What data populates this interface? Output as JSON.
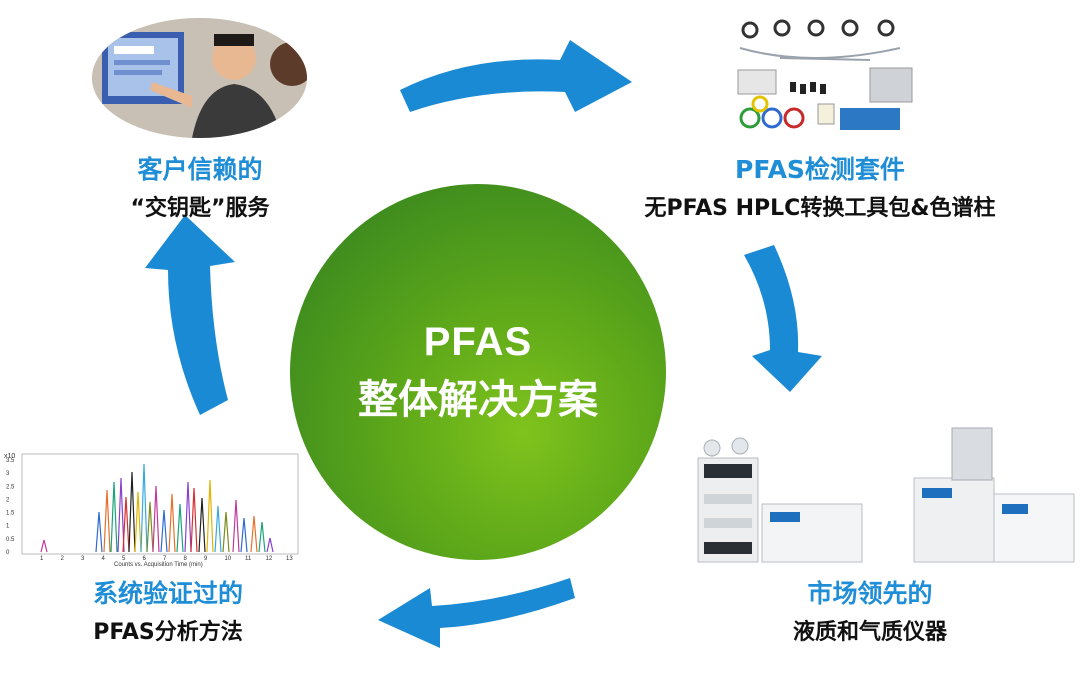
{
  "center": {
    "line1": "PFAS",
    "line2": "整体解决方案"
  },
  "nodes": {
    "top_left": {
      "title": "客户信赖的",
      "subtitle": "“交钥匙”服务"
    },
    "top_right": {
      "title": "PFAS检测套件",
      "subtitle": "无PFAS HPLC转换工具包&色谱柱"
    },
    "bottom_right": {
      "title": "市场领先的",
      "subtitle": "液质和气质仪器"
    },
    "bottom_left": {
      "title": "系统验证过的",
      "subtitle": "PFAS分析方法"
    }
  },
  "chromatogram": {
    "y_axis_label": "x10",
    "y_ticks": [
      "3.5",
      "3",
      "2.5",
      "2",
      "1.5",
      "1",
      "0.5",
      "0"
    ],
    "x_ticks": [
      "1",
      "2",
      "3",
      "4",
      "5",
      "6",
      "7",
      "8",
      "9",
      "10",
      "11",
      "12",
      "13"
    ],
    "x_label": "Counts vs. Acquisition Time (min)"
  },
  "colors": {
    "arrow": "#1b8ad4",
    "title": "#1f8ed6",
    "circle_light": "#7fc31c",
    "circle_dark": "#2e7d22"
  }
}
